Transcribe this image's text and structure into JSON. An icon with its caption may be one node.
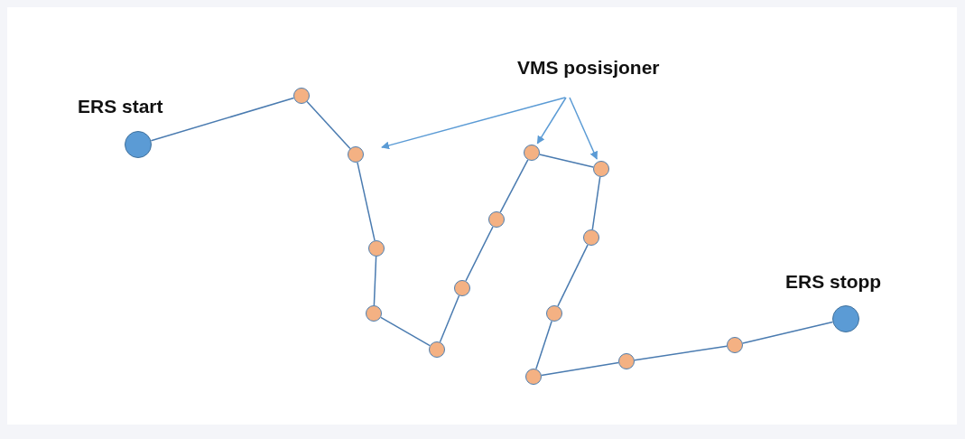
{
  "diagram": {
    "nodes": [
      {
        "text": [],
        "shape": "circle",
        "beside": [
          "ERS start"
        ]
      },
      {
        "text": [],
        "shape": "circle"
      },
      {
        "text": [],
        "shape": "circle"
      },
      {
        "text": [],
        "shape": "circle"
      },
      {
        "text": [],
        "shape": "circle"
      },
      {
        "text": [],
        "shape": "circle"
      },
      {
        "text": [],
        "shape": "circle"
      },
      {
        "text": [],
        "shape": "circle"
      },
      {
        "text": [],
        "shape": "circle"
      },
      {
        "text": [],
        "shape": "circle"
      },
      {
        "text": [],
        "shape": "circle"
      },
      {
        "text": [],
        "shape": "circle"
      },
      {
        "text": [],
        "shape": "circle"
      },
      {
        "text": [],
        "shape": "circle"
      },
      {
        "text": [],
        "shape": "circle"
      },
      {
        "text": [],
        "shape": "circle",
        "beside": [
          "ERS stopp"
        ]
      },
      {
        "text": [
          "VMS posisjoner"
        ]
      }
    ],
    "edges": [
      {
        "from": 0,
        "to": 1,
        "arrow": "none"
      },
      {
        "from": 1,
        "to": 2,
        "arrow": "none"
      },
      {
        "from": 2,
        "to": 3,
        "arrow": "none"
      },
      {
        "from": 3,
        "to": 4,
        "arrow": "none"
      },
      {
        "from": 4,
        "to": 5,
        "arrow": "none"
      },
      {
        "from": 5,
        "to": 6,
        "arrow": "none"
      },
      {
        "from": 6,
        "to": 7,
        "arrow": "none"
      },
      {
        "from": 7,
        "to": 8,
        "arrow": "none"
      },
      {
        "from": 8,
        "to": 9,
        "arrow": "none"
      },
      {
        "from": 9,
        "to": 10,
        "arrow": "none"
      },
      {
        "from": 10,
        "to": 11,
        "arrow": "none"
      },
      {
        "from": 11,
        "to": 12,
        "arrow": "none"
      },
      {
        "from": 12,
        "to": 13,
        "arrow": "none"
      },
      {
        "from": 13,
        "to": 14,
        "arrow": "none"
      },
      {
        "from": 14,
        "to": 15,
        "arrow": "none"
      },
      {
        "from": 16,
        "to": 2,
        "arrow": "to"
      },
      {
        "from": 16,
        "to": 8,
        "arrow": "to"
      },
      {
        "from": 16,
        "to": 9,
        "arrow": "to"
      }
    ]
  }
}
